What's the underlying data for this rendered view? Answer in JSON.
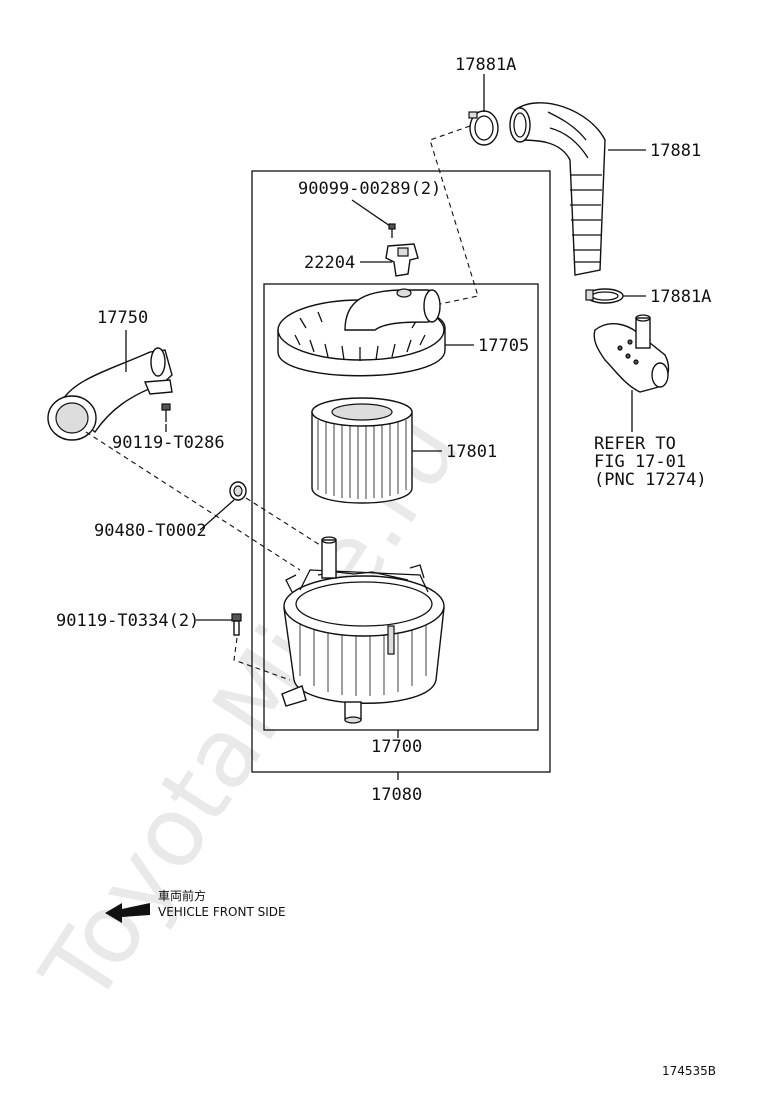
{
  "watermark": "ToyotaMine.ru",
  "labels": {
    "p17881A_top": "17881A",
    "p17881": "17881",
    "p90099": "90099-00289(2)",
    "p22204": "22204",
    "p17881A_mid": "17881A",
    "p17705": "17705",
    "p17750": "17750",
    "p90119a": "90119-T0286",
    "p17801": "17801",
    "p90480": "90480-T0002",
    "p90119b": "90119-T0334(2)",
    "p17700": "17700",
    "p17080": "17080"
  },
  "refer": {
    "line1": "REFER TO",
    "line2": "FIG 17-01",
    "line3": "(PNC 17274)"
  },
  "front": {
    "jp": "車両前方",
    "en": "VEHICLE FRONT SIDE"
  },
  "diagram_id": "174535B"
}
